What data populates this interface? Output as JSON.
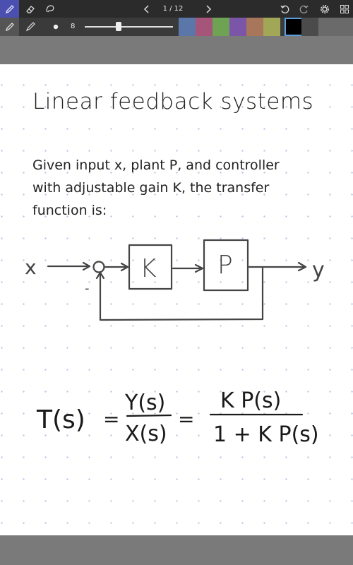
{
  "toolbar": {
    "page_indicator": "1 / 12",
    "brush_size": "8",
    "brush_size_fraction": 0.38,
    "colors": [
      "#5b76a9",
      "#a5547a",
      "#6ea354",
      "#7b55a8",
      "#a8765a",
      "#a2a657",
      "#000000",
      "#4b4b4b",
      "#6a6a6a"
    ],
    "selected_color": "#000000"
  },
  "note": {
    "title": "Linear feedback systems",
    "paragraph_lines": [
      "Given input x, plant P, and controller",
      "with adjustable gain K, the transfer",
      "function is:"
    ],
    "diagram": {
      "input": "x",
      "controller": "K",
      "plant": "P",
      "output": "y",
      "minus": "-"
    },
    "equation": {
      "lhs": "T(s)",
      "eq1": "=",
      "frac1_num": "Y(s)",
      "frac1_den": "X(s)",
      "eq2": "=",
      "frac2_num": "K P(s)",
      "frac2_den": "1 + K P(s)"
    }
  }
}
